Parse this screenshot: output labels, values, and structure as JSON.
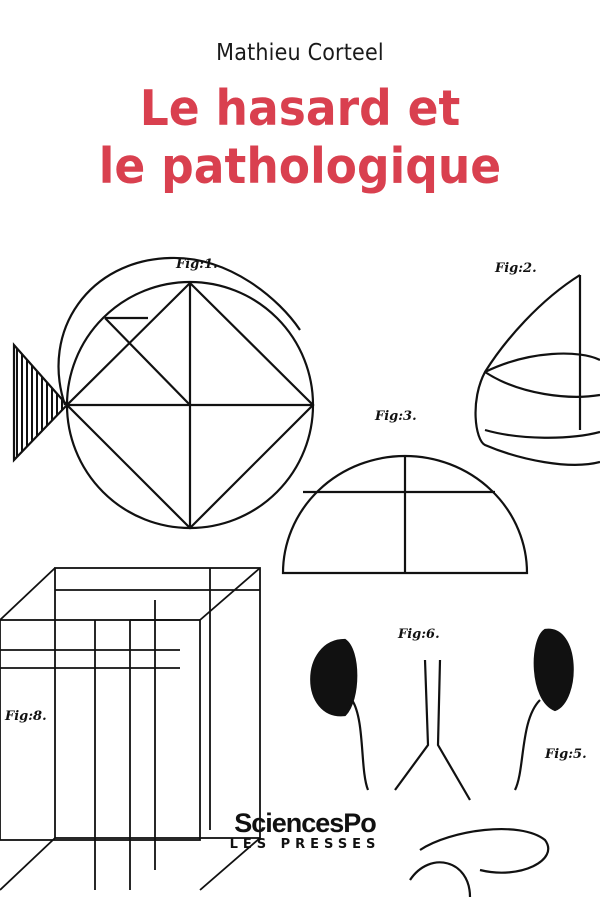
{
  "cover": {
    "author": "Mathieu Corteel",
    "title_line1": "Le hasard et",
    "title_line2": "le pathologique",
    "title_color": "#d9404f",
    "publisher_name": "SciencesPo",
    "publisher_sub": "LES PRESSES"
  },
  "illustration": {
    "fig_labels": [
      "Fig:1.",
      "Fig:2.",
      "Fig:3.",
      "Fig:6.",
      "Fig:8.",
      "Fig:5."
    ]
  }
}
